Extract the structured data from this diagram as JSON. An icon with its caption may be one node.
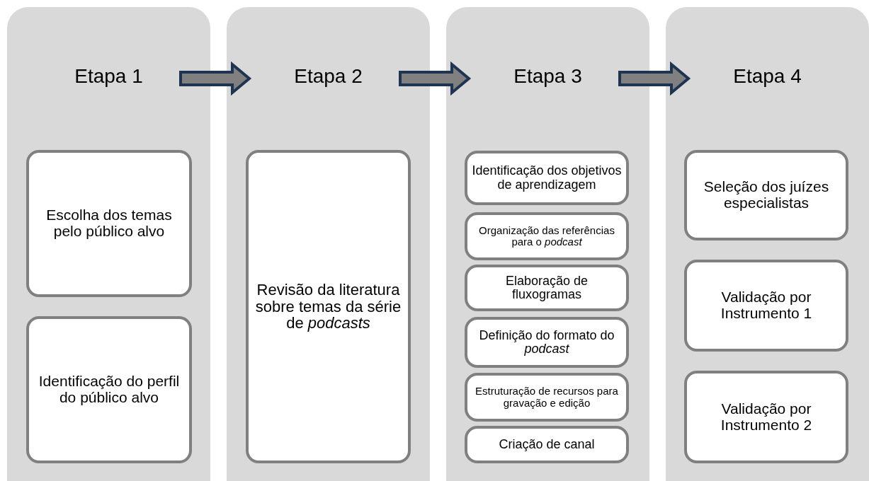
{
  "diagram": {
    "nodes": [
      {
        "text": [
          "Etapa 1"
        ]
      },
      {
        "text": [
          "Escolha dos temas pelo público alvo"
        ],
        "in": 0
      },
      {
        "text": [
          "Identificação do perfil do público alvo"
        ],
        "in": 0
      },
      {
        "text": [
          "Etapa 2"
        ]
      },
      {
        "text": [
          "Revisão da literatura sobre temas da série de *podcasts*"
        ],
        "in": 3
      },
      {
        "text": [
          "Etapa 3"
        ]
      },
      {
        "text": [
          "Identificação dos objetivos de aprendizagem"
        ],
        "in": 5
      },
      {
        "text": [
          "Organização das referências para o *podcast*"
        ],
        "in": 5
      },
      {
        "text": [
          "Elaboração de fluxogramas"
        ],
        "in": 5
      },
      {
        "text": [
          "Definição do formato do *podcast*"
        ],
        "in": 5
      },
      {
        "text": [
          "Estruturação de recursos para gravação e edição"
        ],
        "in": 5
      },
      {
        "text": [
          "Criação de canal"
        ],
        "in": 5
      },
      {
        "text": [
          "Etapa 4"
        ]
      },
      {
        "text": [
          "Seleção dos juízes especialistas"
        ],
        "in": 12
      },
      {
        "text": [
          "Validação por Instrumento 1"
        ],
        "in": 12
      },
      {
        "text": [
          "Validação por Instrumento 2"
        ],
        "in": 12
      }
    ],
    "edges": [
      {
        "from": 0,
        "to": 3,
        "arrow": "to"
      },
      {
        "from": 3,
        "to": 5,
        "arrow": "to"
      },
      {
        "from": 5,
        "to": 12,
        "arrow": "to"
      }
    ]
  }
}
